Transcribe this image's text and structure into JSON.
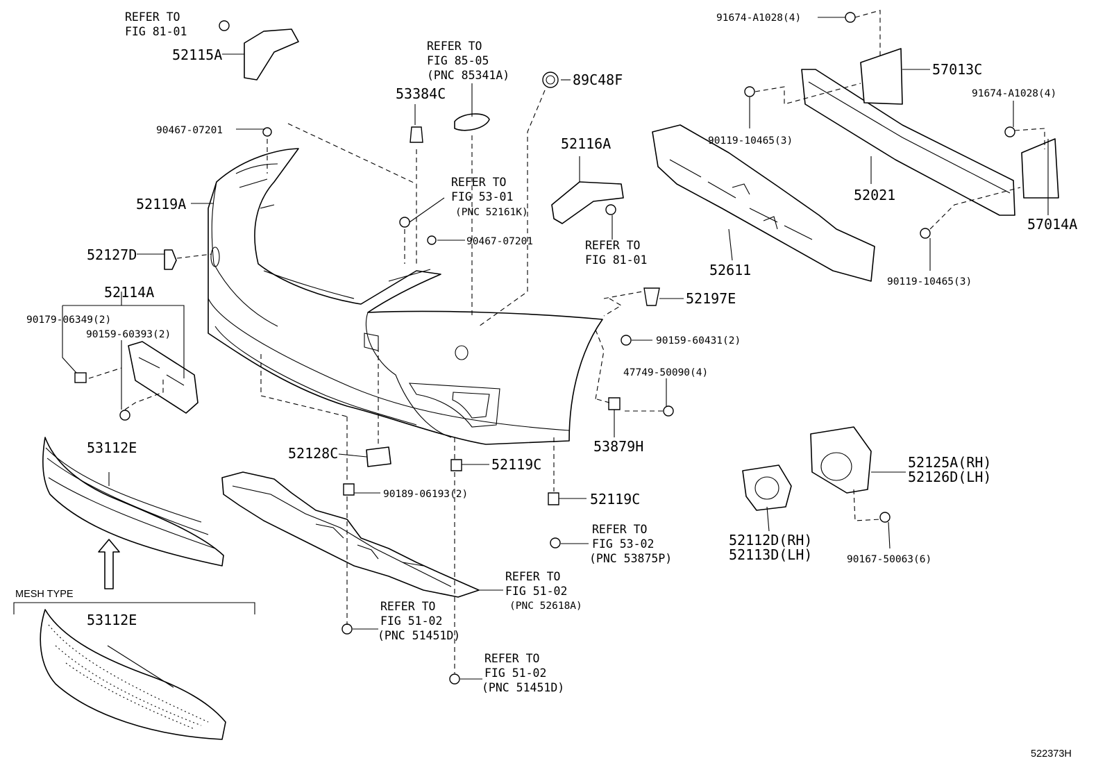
{
  "diagram": {
    "figure_number": "522373H",
    "labels": {
      "p52115A": "52115A",
      "p52119A": "52119A",
      "p52127D": "52127D",
      "p52114A": "52114A",
      "p90179": "90179-06349(2)",
      "p90159a": "90159-60393(2)",
      "p53112E_top": "53112E",
      "mesh_type": "MESH TYPE",
      "p53112E_mesh": "53112E",
      "p90467a": "90467-07201",
      "p53384C": "53384C",
      "p89C48F": "89C48F",
      "p90467b": "90467-07201",
      "p52116A": "52116A",
      "p52197E": "52197E",
      "p90159b": "90159-60431(2)",
      "p47749": "47749-50090(4)",
      "p53879H": "53879H",
      "p52128C": "52128C",
      "p52119C_a": "52119C",
      "p90189": "90189-06193(2)",
      "p52119C_b": "52119C",
      "p91674a": "91674-A1028(4)",
      "p57013C": "57013C",
      "p90119a": "90119-10465(3)",
      "p52021": "52021",
      "p91674b": "91674-A1028(4)",
      "p57014A": "57014A",
      "p52611": "52611",
      "p90119b": "90119-10465(3)",
      "p52125A": "52125A(RH)",
      "p52126D": "52126D(LH)",
      "p52112D": "52112D(RH)",
      "p52113D": "52113D(LH)",
      "p90167": "90167-50063(6)"
    },
    "refs": {
      "r1_l1": "REFER TO",
      "r1_l2": "FIG 81-01",
      "r2_l1": "REFER TO",
      "r2_l2": "FIG 85-05",
      "r2_l3": "(PNC 85341A)",
      "r3_l1": "REFER TO",
      "r3_l2": "FIG 53-01",
      "r3_l3": "(PNC 52161K)",
      "r4_l1": "REFER TO",
      "r4_l2": "FIG 81-01",
      "r5_l1": "REFER TO",
      "r5_l2": "FIG 53-02",
      "r5_l3": "(PNC 53875P)",
      "r6_l1": "REFER TO",
      "r6_l2": "FIG 51-02",
      "r6_l3": "(PNC 52618A)",
      "r7_l1": "REFER TO",
      "r7_l2": "FIG 51-02",
      "r7_l3": "(PNC 51451D)",
      "r8_l1": "REFER TO",
      "r8_l2": "FIG 51-02",
      "r8_l3": "(PNC 51451D)"
    }
  }
}
